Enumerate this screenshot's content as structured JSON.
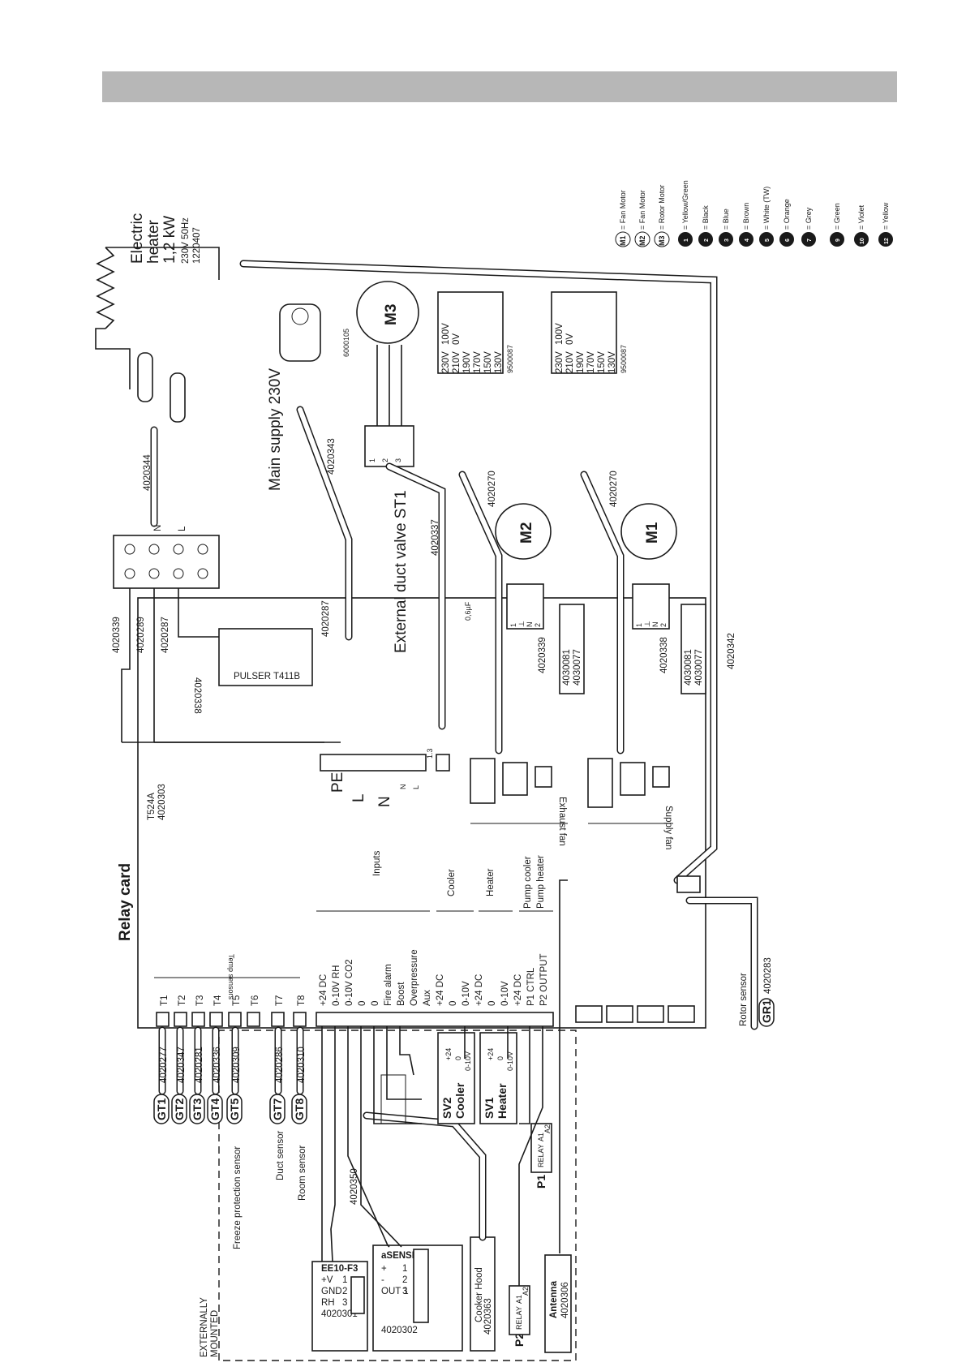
{
  "legend": {
    "entries": [
      {
        "symbol": "M1",
        "text": "= Fan Motor"
      },
      {
        "symbol": "M2",
        "text": "= Fan Motor"
      },
      {
        "symbol": "M3",
        "text": "= Rotor Motor"
      },
      {
        "symbol": "1",
        "text": "= Yellow/Green"
      },
      {
        "symbol": "2",
        "text": "= Black"
      },
      {
        "symbol": "3",
        "text": "= Blue"
      },
      {
        "symbol": "4",
        "text": "= Brown"
      },
      {
        "symbol": "5",
        "text": "= White (TW)"
      },
      {
        "symbol": "6",
        "text": "= Orange"
      },
      {
        "symbol": "7",
        "text": "= Grey"
      },
      {
        "symbol": "9",
        "text": "= Green"
      },
      {
        "symbol": "10",
        "text": "= Violet"
      },
      {
        "symbol": "12",
        "text": "= Yellow"
      }
    ]
  },
  "relay_card": {
    "title": "Relay card",
    "model": "T524A",
    "part": "4020303",
    "temp_sensors_label": "Temp sensors",
    "sensor_terminals": [
      "T1",
      "T2",
      "T3",
      "T4",
      "T5",
      "T6",
      "T7",
      "T8"
    ],
    "io_terminals": [
      "+24 DC",
      "0-10V RH",
      "0-10V CO2",
      "0",
      "0",
      "Fire alarm",
      "Boost",
      "Overpressure",
      "Aux",
      "+24 DC",
      "0",
      "0-10V",
      "+24 DC",
      "0",
      "0-10V",
      "+24 DC",
      "P1 CTRL",
      "P2 OUTPUT"
    ],
    "groups": {
      "inputs": "Inputs",
      "cooler": "Cooler",
      "heater": "Heater",
      "pump_cooler": "Pump cooler",
      "pump_heater": "Pump heater"
    },
    "power_terminals": {
      "pe": "PE",
      "l": "L",
      "n": "N",
      "n_small": "N",
      "l_small": "L"
    },
    "fan_labels": {
      "exhaust": "Exhaust fan",
      "supply": "Supply fan"
    },
    "connector_13": "1.3"
  },
  "external": {
    "label_line1": "EXTERNALLY",
    "label_line2": "MOUNTED",
    "sensors": [
      {
        "name": "GT1",
        "part": "4020277"
      },
      {
        "name": "GT2",
        "part": "4020347"
      },
      {
        "name": "GT3",
        "part": "4020281"
      },
      {
        "name": "GT4",
        "part": "4020336"
      },
      {
        "name": "GT5",
        "part": "4020309"
      },
      {
        "name": "GT7",
        "part": "4020286"
      },
      {
        "name": "GT8",
        "part": "4020310"
      }
    ],
    "freeze_sensor": "Freeze protection sensor",
    "duct_sensor": "Duct sensor",
    "room_sensor": "Room sensor",
    "ee10": {
      "title": "EE10-F3",
      "rows": [
        "+V",
        "GND",
        "RH"
      ],
      "nums": [
        "1",
        "2",
        "3"
      ],
      "part": "4020301"
    },
    "asense": {
      "title": "aSENSE",
      "rows": [
        "+",
        "-",
        "OUT 1"
      ],
      "nums": [
        "1",
        "2",
        "3"
      ],
      "part": "4020302"
    },
    "cooker_hood": "Cooker Hood",
    "cooker_part": "4020363",
    "switch_part": "4020350",
    "sv2": {
      "name": "SV2",
      "label": "Cooler",
      "pins": [
        "+24",
        "0",
        "0-10V"
      ]
    },
    "sv1": {
      "name": "SV1",
      "label": "Heater",
      "pins": [
        "+24",
        "0",
        "0-10V"
      ]
    },
    "p1": "P1",
    "p2": "P2",
    "relay_label": "RELAY",
    "a1": "A1",
    "a2": "A2",
    "antenna": "Antenna",
    "antenna_part": "4020306"
  },
  "right_side": {
    "electric_heater": {
      "line1": "Electric",
      "line2": "heater",
      "power": "1,2 kW",
      "supply": "230V 50Hz",
      "part": "1220407"
    },
    "heater_cable": "4020344",
    "terminal_parts": [
      "4020339",
      "4020289",
      "4020287"
    ],
    "terminal_labels": {
      "n": "N",
      "l": "L"
    },
    "main_supply": "Main supply 230V",
    "main_cable": "4020343",
    "pulser": "PULSER T411B",
    "pulser_cable": "4020287",
    "m3": "M3",
    "m3_part": "6000105",
    "m3_connector": [
      "1",
      "2",
      "3"
    ],
    "ext_duct_valve": "External duct valve ST1",
    "valve_cable": "4020337",
    "capacitor": "0,6µF",
    "cable_ground": "4020338",
    "transformer_taps": [
      "230V",
      "210V",
      "190V",
      "170V",
      "150V",
      "130V",
      "100V",
      "0V"
    ],
    "transformer_part": "9500087",
    "m2": "M2",
    "m1": "M1",
    "m2_cable": "4020270",
    "m1_cable": "4020270",
    "m2_conn": "4020339",
    "m1_conn": "4020338",
    "cap_parts": [
      "4030081",
      "4030077"
    ],
    "main_long_cable": "4020342",
    "rotor_sensor": "Rotor sensor",
    "gr1": "GR1",
    "gr1_part": "4020283",
    "conn_pins": [
      "1",
      "⊥",
      "N",
      "2"
    ]
  }
}
